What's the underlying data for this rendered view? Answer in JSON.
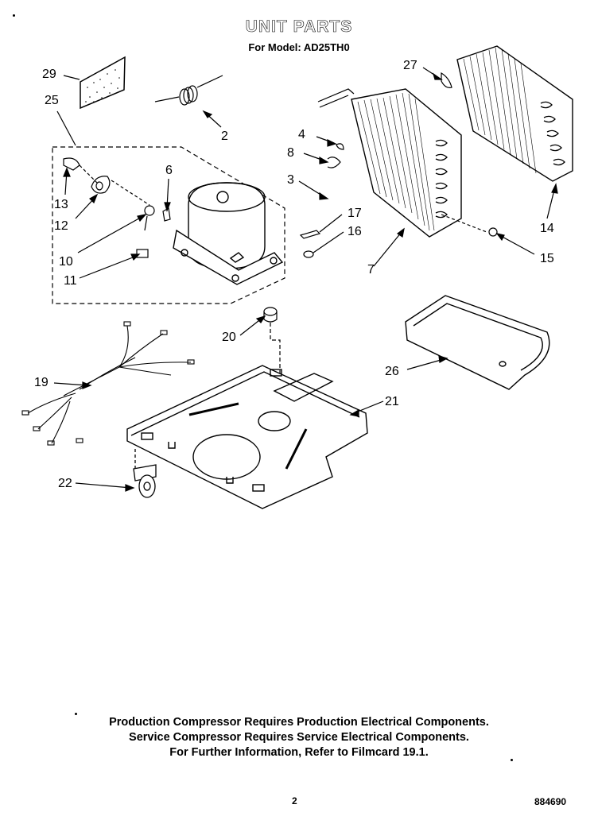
{
  "header": {
    "title": "UNIT PARTS",
    "subtitle": "For Model: AD25TH0"
  },
  "callouts": [
    "29",
    "25",
    "2",
    "27",
    "4",
    "8",
    "3",
    "6",
    "13",
    "12",
    "10",
    "11",
    "17",
    "16",
    "7",
    "14",
    "15",
    "20",
    "19",
    "26",
    "21",
    "22"
  ],
  "notes": [
    "Production Compressor Requires Production Electrical Components.",
    "Service Compressor Requires Service Electrical Components.",
    "For Further Information, Refer to Filmcard 19.1."
  ],
  "footer": {
    "page_number": "2",
    "doc_code": "884690"
  }
}
